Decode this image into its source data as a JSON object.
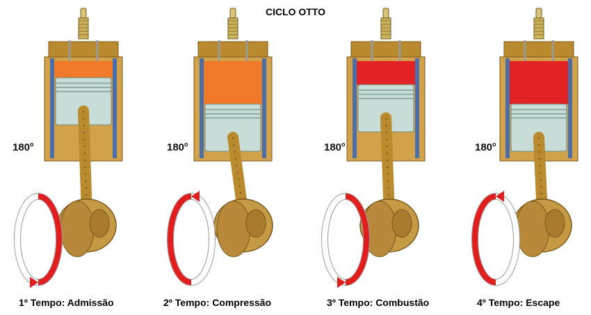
{
  "title": "CICLO OTTO",
  "colors": {
    "metal": "#b98a2e",
    "metal_dark": "#7a561b",
    "cylinder_wall": "#4b6ea8",
    "piston": "#c8ddd7",
    "mixture_orange": "#f07a2a",
    "combustion_red": "#e32323",
    "arrow_red": "#e01e1e"
  },
  "strokes": [
    {
      "angle_value": "180",
      "angle_unit": "o",
      "caption": "1º Tempo: Admissão",
      "gas": "orange",
      "arrow_side": "right"
    },
    {
      "angle_value": "180",
      "angle_unit": "o",
      "caption": "2º Tempo: Compressão",
      "gas": "orange",
      "arrow_side": "left"
    },
    {
      "angle_value": "180",
      "angle_unit": "o",
      "caption": "3º Tempo: Combustão",
      "gas": "red",
      "arrow_side": "right"
    },
    {
      "angle_value": "180",
      "angle_unit": "o",
      "caption": "4º Tempo: Escape",
      "gas": "red",
      "arrow_side": "left"
    }
  ]
}
